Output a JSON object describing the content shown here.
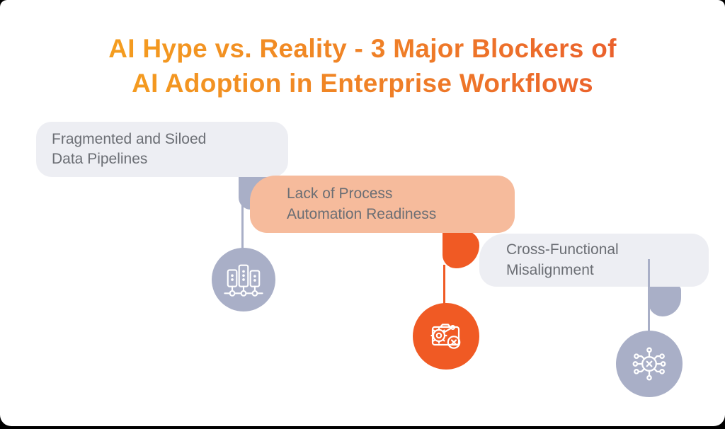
{
  "title": {
    "line1": "AI Hype vs. Reality - 3 Major Blockers of",
    "line2": "AI Adoption in Enterprise Workflows"
  },
  "blockers": [
    {
      "line1": "Fragmented and Siloed",
      "line2": "Data Pipelines",
      "icon": "data-pipeline-icon",
      "theme": "slate"
    },
    {
      "line1": "Lack of Process",
      "line2": "Automation Readiness",
      "icon": "process-automation-icon",
      "theme": "orange"
    },
    {
      "line1": "Cross-Functional",
      "line2": "Misalignment",
      "icon": "cross-functional-network-icon",
      "theme": "slate"
    }
  ],
  "colors": {
    "bg-black": "#000000",
    "light-gray": "#EDEEF3",
    "salmon": "#F6BB9C",
    "slate": "#A9AFC7",
    "orange": "#F05A24",
    "text-gray": "#6B6E74",
    "title-grad-start": "#F6A91C",
    "title-grad-mid": "#EF7E27",
    "title-grad-end": "#E8522F"
  }
}
